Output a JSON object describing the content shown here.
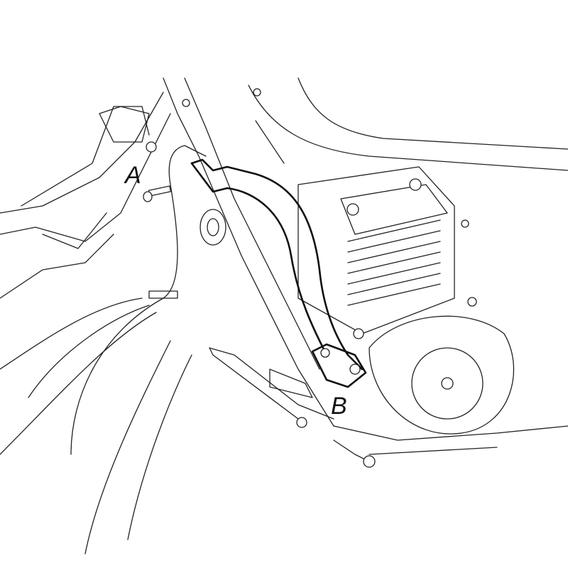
{
  "diagram": {
    "subject": "Motorcycle engine crash bar installation drawing",
    "labels": {
      "a": "A",
      "b": "B"
    },
    "colors": {
      "background": "#ffffff",
      "line": "#222222"
    }
  }
}
